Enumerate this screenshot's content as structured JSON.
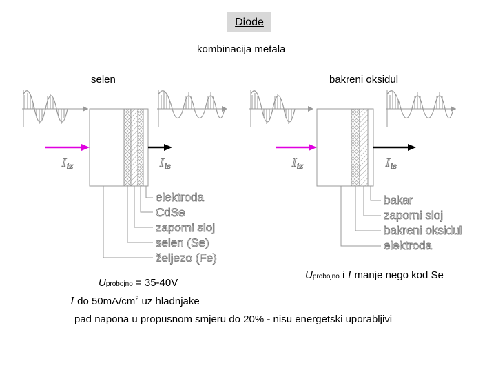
{
  "title": "Diode",
  "subtitle": "kombinacija metala",
  "left": {
    "heading": "selen",
    "layers": [
      "elektroda",
      "CdSe",
      "zaporni sloj",
      "selen (Se)",
      "željezo (Fe)"
    ],
    "current_in": "I",
    "current_in_sub": "iz",
    "current_out": "I",
    "current_out_sub": "is",
    "breakdown_symbol": "U",
    "breakdown_sub": "probojno",
    "breakdown_value": " = 35-40V",
    "current_symbol": "I",
    "current_text": " do 50mA/cm",
    "current_sup": "2",
    "current_rest": " uz hladnjake"
  },
  "right": {
    "heading": "bakreni oksidul",
    "layers": [
      "bakar",
      "zaporni sloj",
      "bakreni oksidul",
      "elektroda"
    ],
    "current_in": "I",
    "current_in_sub": "iz",
    "current_out": "I",
    "current_out_sub": "is",
    "note_symbol": "U",
    "note_sub": "probojno",
    "note_i": "i ",
    "note_current": "I",
    "note_text": " manje nego kod Se"
  },
  "footer": "pad napona u propusnom smjeru do 20% - nisu energetski uporabljivi",
  "colors": {
    "arrow_in": "#e000e0",
    "arrow_out": "#000000",
    "title_bg": "#d8d8d8"
  }
}
